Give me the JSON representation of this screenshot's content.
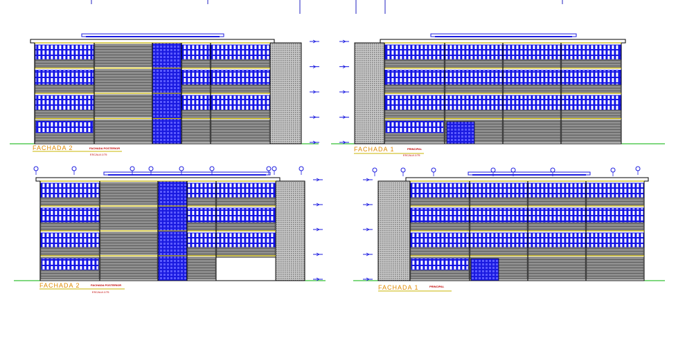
{
  "drawings": [
    {
      "id": "tl",
      "title": "FACHADA  2",
      "subtitle": "FACHADA POSTERIOR",
      "scale": "ESCALA  1/75"
    },
    {
      "id": "tr",
      "title": "FACHADA 1",
      "subtitle": "PRINCIPAL",
      "scale": "ESCALA  1/75"
    },
    {
      "id": "bl",
      "title": "FACHADA  2",
      "subtitle": "FACHADA POSTERIOR",
      "scale": "ESCALA  1/75"
    },
    {
      "id": "br",
      "title": "FACHADA 1",
      "subtitle": "PRINCIPAL",
      "scale": ""
    }
  ],
  "colors": {
    "window_blue": "#1010e0",
    "panel_grey": "#8a8a8a",
    "outline": "#000000",
    "ground_green": "#00b000",
    "slab_yellow": "#c8b400",
    "title_orange": "#e08a00",
    "subtitle_red": "#c00000",
    "axis_blue": "#0000c8"
  }
}
